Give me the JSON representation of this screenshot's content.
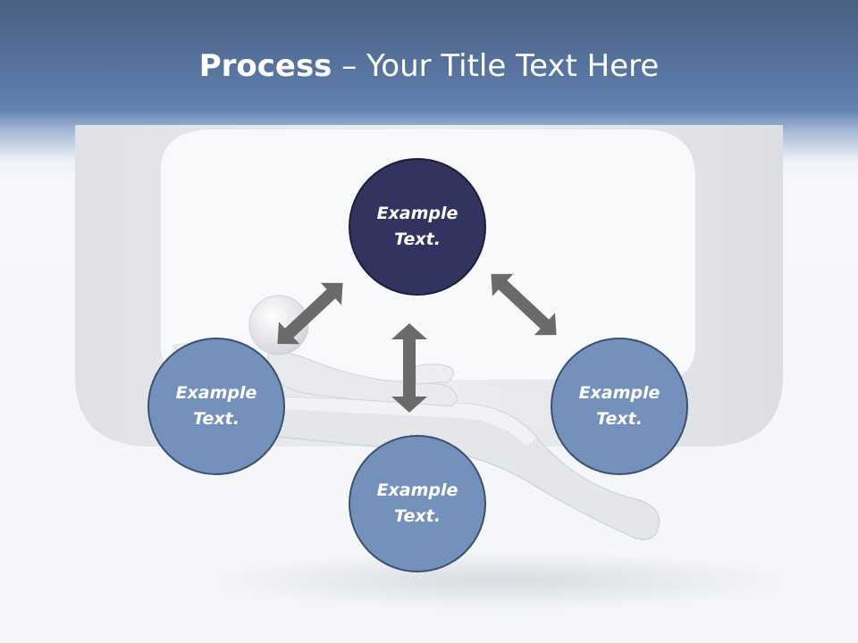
{
  "slide": {
    "title_bold": "Process",
    "title_rest": " – Your Title Text Here"
  },
  "nodes": [
    {
      "line1": "Example",
      "line2": "Text."
    },
    {
      "line1": "Example",
      "line2": "Text."
    },
    {
      "line1": "Example",
      "line2": "Text."
    },
    {
      "line1": "Example",
      "line2": "Text."
    }
  ],
  "colors": {
    "title_bar": "#5a77a3",
    "node_top": "#33335f",
    "node_other": "#7391ba",
    "arrow": "#666666"
  }
}
